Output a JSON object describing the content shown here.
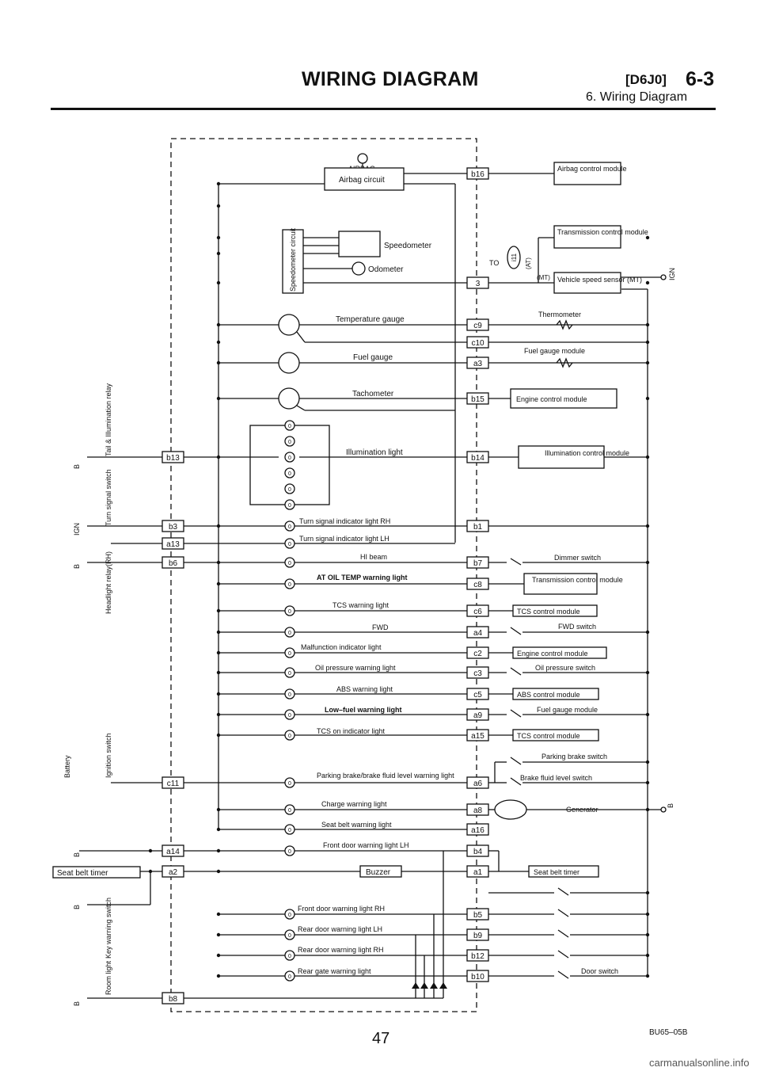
{
  "header": {
    "title": "WIRING DIAGRAM",
    "code": "[D6J0]",
    "section": "6-3",
    "subtitle": "6. Wiring Diagram"
  },
  "page_number": "47",
  "footer": "carmanualsonline.info",
  "diagram": {
    "figure_code": "BU65–05B",
    "airbag_label": "AIRBAG",
    "airbag_circuit": "Airbag circuit",
    "speedometer_circuit": "Speedometer circuit",
    "speedometer": "Speedometer",
    "odometer": "Odometer",
    "to_label": "TO",
    "to_connector": "i11",
    "at_label": "(AT)",
    "mt_label": "(MT)",
    "ign": "IGN",
    "b_label": "B",
    "right_modules": {
      "airbag": "Airbag control module",
      "transmission_top": "Transmission control module",
      "vss": "Vehicle speed sensor (MT)",
      "thermometer": "Thermometer",
      "fuel_gauge_module": "Fuel gauge module",
      "ecm": "Engine control module",
      "illum_module": "Illumination control module",
      "dimmer": "Dimmer switch",
      "tcm": "Transmission control module",
      "tcs_module": "TCS control module",
      "fwd_switch": "FWD switch",
      "ecm2": "Engine control module",
      "oil_switch": "Oil pressure switch",
      "abs_module": "ABS control module",
      "fuel_gauge_module2": "Fuel gauge module",
      "tcs_module2": "TCS control module",
      "parking_switch": "Parking brake switch",
      "brake_fluid_switch": "Brake fluid level switch",
      "generator": "Generator",
      "seat_belt_timer": "Seat belt timer",
      "door_switch": "Door switch"
    },
    "left": {
      "tail_relay": "Tail & Illumination relay",
      "turn_switch": "Turn signal switch",
      "headlight_relay": "Headlight relay(RH)",
      "battery": "Battery",
      "ignition_switch": "Ignition switch",
      "seat_belt_timer": "Seat belt timer",
      "key_warning": "Key warning switch",
      "room_light": "Room light"
    },
    "gauges": [
      "Temperature gauge",
      "Fuel gauge",
      "Tachometer"
    ],
    "illumination_light": "Illumination light",
    "buzzer": "Buzzer",
    "lights": [
      "Turn signal indicator light RH",
      "Turn signal indicator light LH",
      "HI beam",
      "AT OIL TEMP warning light",
      "TCS warning light",
      "FWD",
      "Malfunction indicator light",
      "Oil pressure warning light",
      "ABS warning light",
      "Low–fuel warning light",
      "TCS on indicator light",
      "Parking brake/brake fluid level warning light",
      "Charge warning light",
      "Seat belt warning light",
      "Front door warning light LH",
      "Front door warning light RH",
      "Rear door warning light LH",
      "Rear door warning light RH",
      "Rear gate warning light"
    ],
    "left_connectors": [
      "b13",
      "b3",
      "a13",
      "b6",
      "c11",
      "a14",
      "a2",
      "b8"
    ],
    "right_connectors": [
      "b16",
      "3",
      "c9",
      "c10",
      "a3",
      "b15",
      "b14",
      "b1",
      "b7",
      "c8",
      "c6",
      "a4",
      "c2",
      "c3",
      "c5",
      "a9",
      "a15",
      "a6",
      "a8",
      "a16",
      "b4",
      "a1",
      "b5",
      "b9",
      "b12",
      "b10"
    ]
  }
}
